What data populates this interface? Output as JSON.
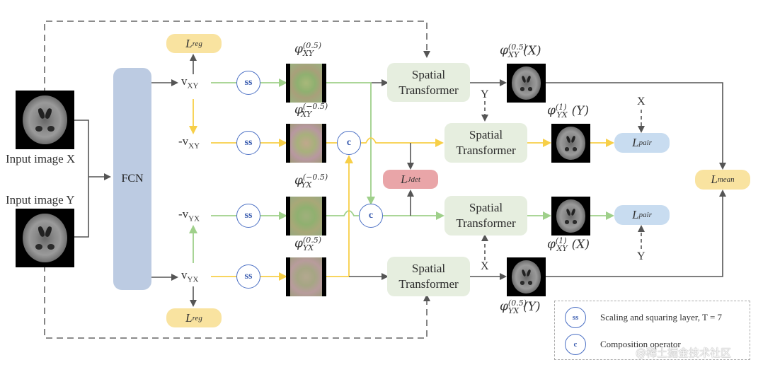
{
  "inputs": {
    "x_label": "Input image X",
    "y_label": "Input image Y"
  },
  "fcn": {
    "label": "FCN"
  },
  "velocity": {
    "v_xy": "v",
    "v_xy_sub": "XY",
    "neg_v_xy": "-v",
    "neg_v_xy_sub": "XY",
    "neg_v_yx": "-v",
    "neg_v_yx_sub": "YX",
    "v_yx": "v",
    "v_yx_sub": "YX"
  },
  "losses": {
    "reg_top": {
      "main": "L",
      "sub": "reg"
    },
    "reg_bottom": {
      "main": "L",
      "sub": "reg"
    },
    "jdet": {
      "main": "L",
      "sub": "Jdet"
    },
    "pair_top": {
      "main": "L",
      "sub": "pair"
    },
    "pair_bottom": {
      "main": "L",
      "sub": "pair"
    },
    "mean": {
      "main": "L",
      "sub": "mean"
    }
  },
  "operators": {
    "ss": "ss",
    "c": "c"
  },
  "fields": {
    "phi_xy_pos": {
      "base": "φ",
      "sup": "(0.5)",
      "sub": "XY"
    },
    "phi_xy_neg": {
      "base": "φ",
      "sup": "(−0.5)",
      "sub": "XY"
    },
    "phi_yx_neg": {
      "base": "φ",
      "sup": "(−0.5)",
      "sub": "YX"
    },
    "phi_yx_pos": {
      "base": "φ",
      "sup": "(0.5)",
      "sub": "YX"
    }
  },
  "warped": {
    "xy_half_x": {
      "base": "φ",
      "sup": "(0.5)",
      "sub": "XY",
      "arg": "(X)"
    },
    "yx_full_y": {
      "base": "φ",
      "sup": "(1)",
      "sub": "YX",
      "arg": "(Y)"
    },
    "xy_full_x": {
      "base": "φ",
      "sup": "(1)",
      "sub": "XY",
      "arg": "(X)"
    },
    "yx_half_y": {
      "base": "φ",
      "sup": "(0.5)",
      "sub": "YX",
      "arg": "(Y)"
    }
  },
  "spatial_transformer": {
    "line1": "Spatial",
    "line2": "Transformer"
  },
  "edge_labels": {
    "y_to_st2": "Y",
    "x_to_st3": "X",
    "x_to_pair_top": "X",
    "y_to_pair_bottom": "Y"
  },
  "legend": {
    "ss_symbol": "ss",
    "ss_text": "Scaling and squaring layer, T = 7",
    "c_symbol": "c",
    "c_text": "Composition operator"
  },
  "colors": {
    "green_path": "#9fd08a",
    "yellow_path": "#f7cf48",
    "gray_path": "#555555",
    "fcn_fill": "#bccbe2",
    "st_fill": "#e6eedf",
    "loss_yellow": "#f9e3a0",
    "loss_blue": "#c8dcf0",
    "loss_red": "#e9a5a8",
    "operator_blue": "#4a6fc4"
  },
  "watermark": "@稀土掘金技术社区"
}
